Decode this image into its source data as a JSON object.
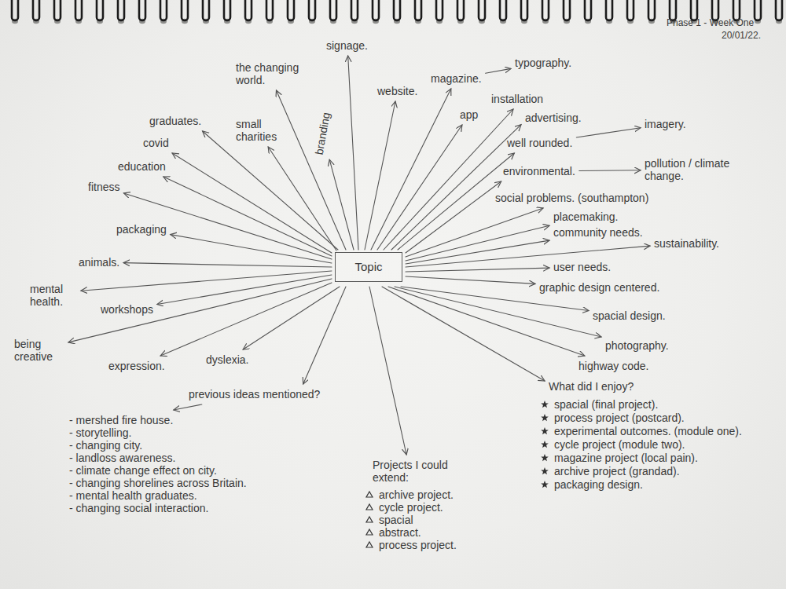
{
  "diagram": {
    "nodes": [
      {
        "text": [
          "Topic"
        ]
      }
    ],
    "labels": [
      "Phase 1 - Week One",
      "20/01/22.",
      "graduates.",
      "the changing world.",
      "signage.",
      "branding",
      "small charities",
      "website.",
      "magazine.",
      "typography.",
      "app",
      "installation",
      "advertising.",
      "imagery.",
      "well rounded.",
      "environmental.",
      "pollution / climate change.",
      "social problems. (southampton)",
      "placemaking.",
      "community needs.",
      "sustainability.",
      "user needs.",
      "graphic design centered.",
      "spacial design.",
      "photography.",
      "highway code.",
      "What did I enjoy?",
      "spacial (final project).",
      "process project (postcard).",
      "experimental outcomes. (module one).",
      "cycle project (module two).",
      "magazine project (local pain).",
      "archive project (grandad).",
      "packaging design.",
      "Projects I could extend:",
      "archive project.",
      "cycle project.",
      "spacial",
      "abstract.",
      "process project.",
      "previous ideas mentioned?",
      "- mershed fire house.",
      "- storytelling.",
      "- changing city.",
      "- landloss awareness.",
      "- climate change effect on city.",
      "- changing shorelines across Britain.",
      "- mental health graduates.",
      "- changing social interaction.",
      "covid",
      "education",
      "fitness",
      "packaging",
      "animals.",
      "mental health.",
      "workshops",
      "being creative",
      "expression.",
      "dyslexia."
    ]
  }
}
